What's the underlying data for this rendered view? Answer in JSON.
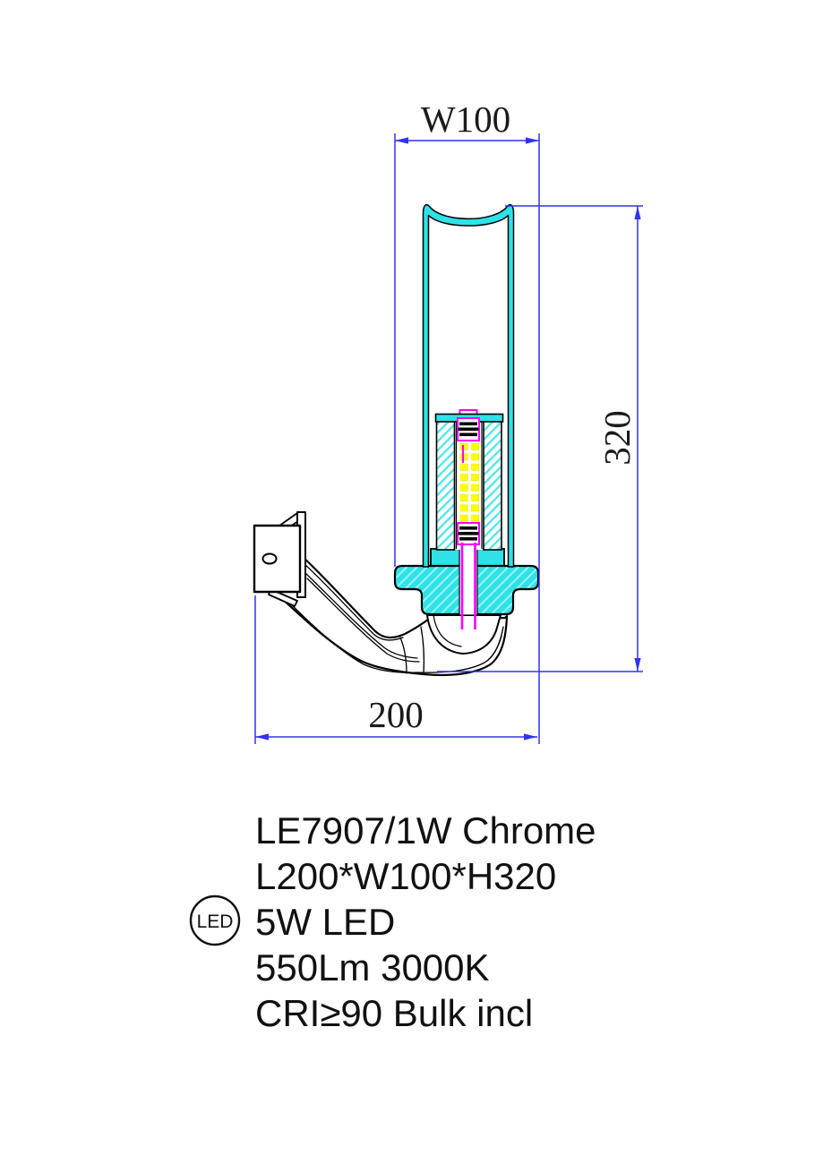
{
  "drawing": {
    "title_dimensions": {
      "width_label": "W100",
      "height_label": "320",
      "depth_label": "200"
    },
    "specs": {
      "badge": "LED",
      "lines": [
        "LE7907/1W Chrome",
        "L200*W100*H320",
        "5W LED",
        "550Lm 3000K",
        "CRI≥90 Bulk incl"
      ]
    },
    "colors": {
      "dimension_line": "#3232f0",
      "glass_cyan": "#2ee2e7",
      "hatch_cyan": "#4fe6ea",
      "wire_magenta": "#ff00ff",
      "led_chip_yellow": "#ffff00",
      "outline": "#000000"
    }
  }
}
